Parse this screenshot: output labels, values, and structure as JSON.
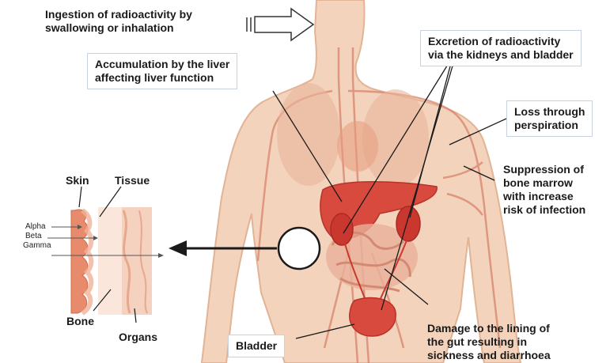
{
  "labels": {
    "ingestion": "Ingestion of radioactivity by\nswallowing or inhalation",
    "liver": "Accumulation by the liver\naffecting liver function",
    "excretion": "Excretion of radioactivity\nvia the kidneys and bladder",
    "perspiration": "Loss through\nperspiration",
    "marrow": "Suppression of\nbone marrow\nwith increase\nrisk of infection",
    "gut": "Damage to the lining of\nthe gut resulting in\nsickness and diarrhoea",
    "bladder": "Bladder",
    "skin": "Skin",
    "tissue": "Tissue",
    "bone": "Bone",
    "organs": "Organs",
    "alpha": "Alpha",
    "beta": "Beta",
    "gamma": "Gamma"
  },
  "colors": {
    "body_skin": "#f3d3bb",
    "body_outline": "#e2b394",
    "organ_red": "#d94a3e",
    "organ_dark": "#b8322a",
    "vessel": "#d9826b",
    "leader_line": "#1a1a1a",
    "box_border": "#c9d3df"
  },
  "icons": {
    "ingestion_arrow": "hollow-right-arrow-icon",
    "zoom_arrow": "left-arrow-icon",
    "zoom_circle": "magnifier-circle-icon"
  }
}
